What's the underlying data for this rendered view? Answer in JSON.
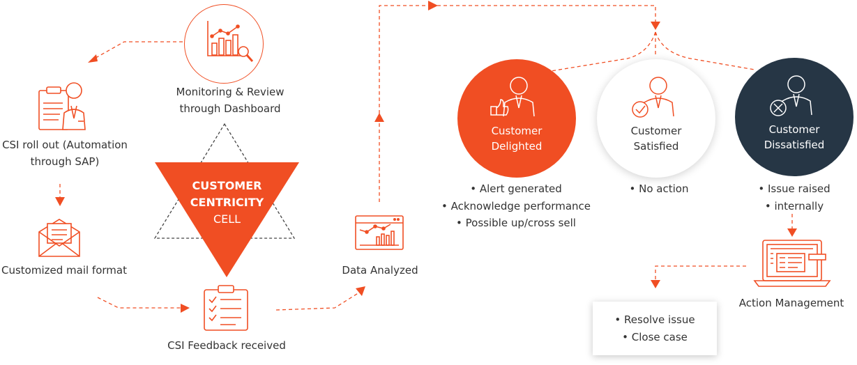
{
  "colors": {
    "accent": "#f04e23",
    "dark": "#263645",
    "text": "#333333"
  },
  "center": {
    "line1": "CUSTOMER",
    "line2": "CENTRICITY",
    "line3": "CELL"
  },
  "steps": {
    "monitoring": {
      "line1": "Monitoring & Review",
      "line2": "through Dashboard",
      "icon": "chart-magnifier-icon"
    },
    "csi_rollout": {
      "line1": "CSI roll out (Automation",
      "line2": "through SAP)",
      "icon": "clipboard-person-icon"
    },
    "mail": {
      "line1": "Customized mail format",
      "icon": "envelope-icon"
    },
    "feedback": {
      "line1": "CSI Feedback received",
      "icon": "checklist-icon"
    },
    "analyzed": {
      "line1": "Data Analyzed",
      "icon": "monitor-chart-icon"
    },
    "action": {
      "line1": "Action Management",
      "icon": "laptop-icon"
    }
  },
  "outcomes": {
    "delighted": {
      "line1": "Customer",
      "line2": "Delighted",
      "icon": "person-thumbs-up-icon",
      "bullets": [
        "Alert generated",
        "Acknowledge performance",
        "Possible up/cross sell"
      ]
    },
    "satisfied": {
      "line1": "Customer",
      "line2": "Satisfied",
      "icon": "person-check-icon",
      "bullets": [
        "No action"
      ]
    },
    "dissatisfied": {
      "line1": "Customer",
      "line2": "Dissatisfied",
      "icon": "person-cross-icon",
      "bullets": [
        "Issue raised",
        "internally"
      ]
    }
  },
  "resolution": {
    "items": [
      "Resolve issue",
      "Close case"
    ]
  }
}
